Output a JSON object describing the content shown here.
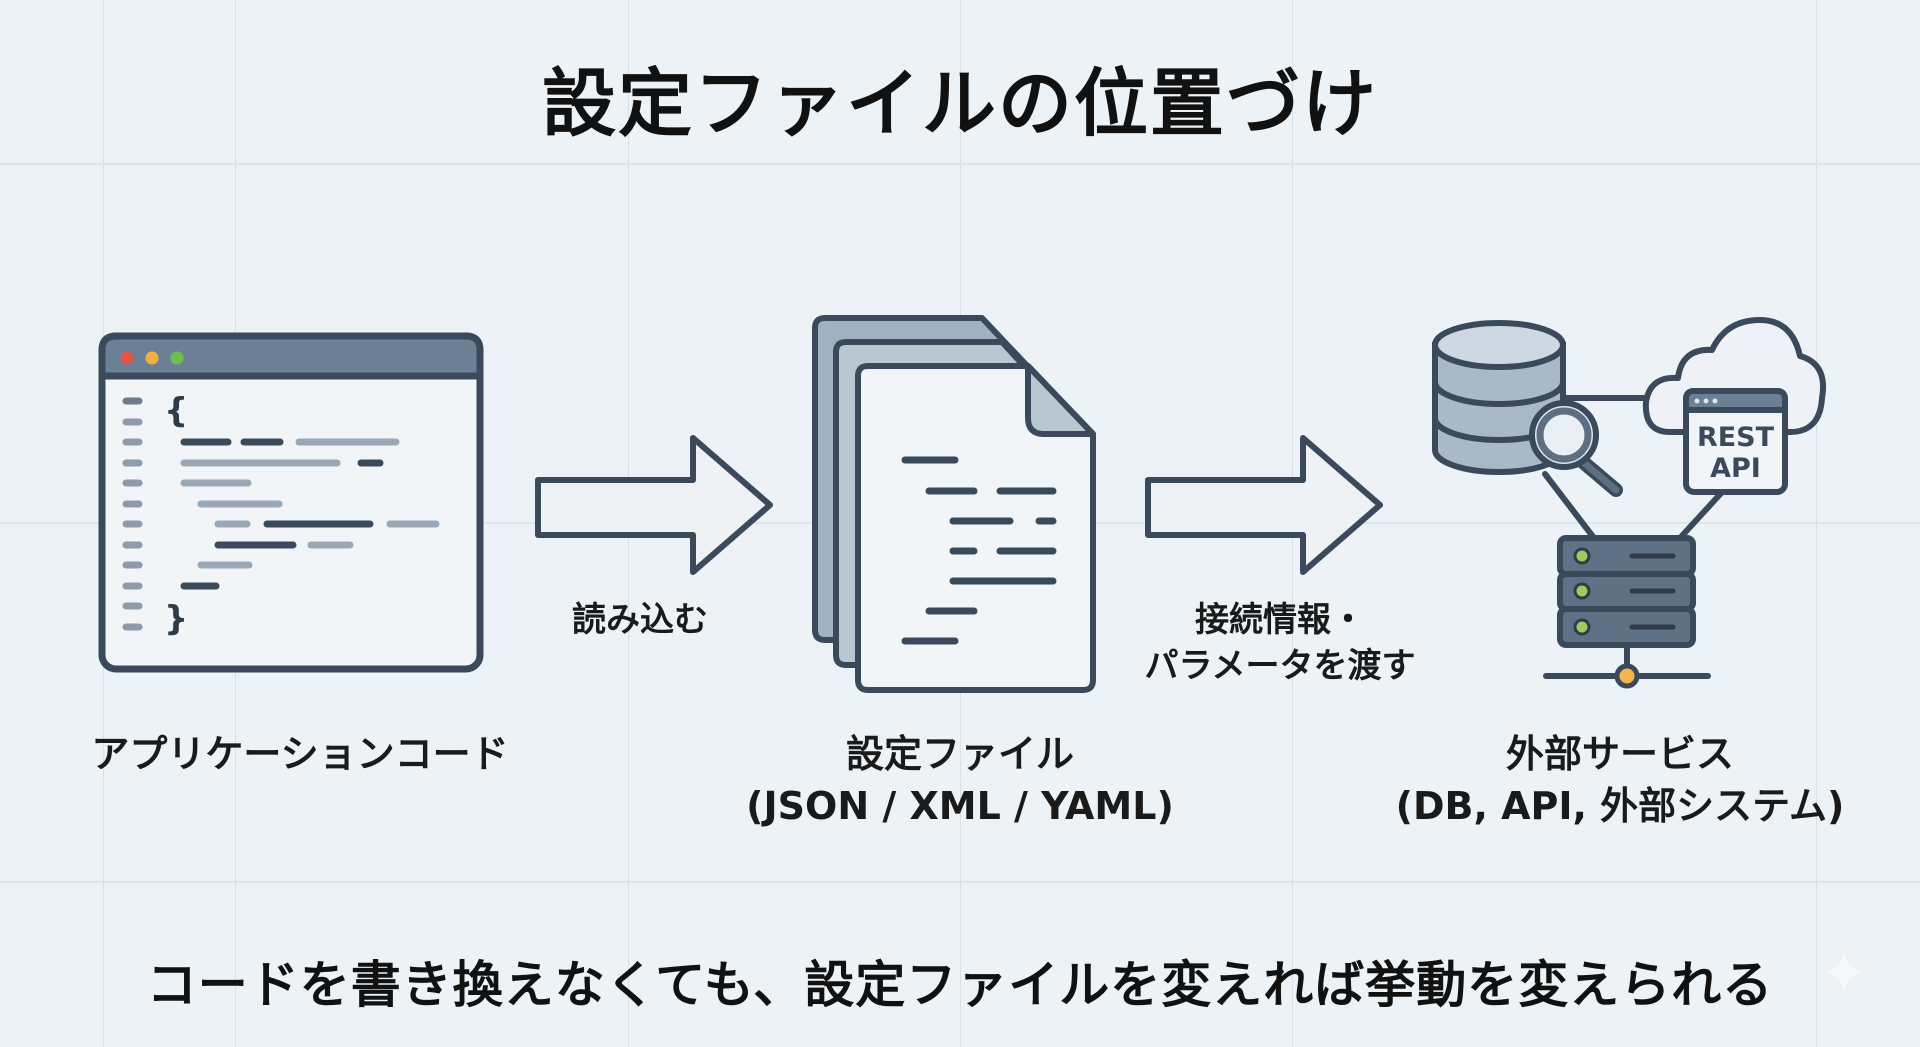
{
  "title": "設定ファイルの位置づけ",
  "nodes": {
    "app": {
      "label": "アプリケーションコード",
      "icon": "code-window-icon"
    },
    "config": {
      "label_line1": "設定ファイル",
      "label_line2": "(JSON / XML / YAML)",
      "icon": "document-stack-icon"
    },
    "external": {
      "label_line1": "外部サービス",
      "label_line2": "(DB, API, 外部システム)",
      "icon": "services-network-icon"
    }
  },
  "arrows": {
    "read": {
      "label": "読み込む"
    },
    "pass": {
      "label_line1": "接続情報・",
      "label_line2": "パラメータを渡す"
    }
  },
  "api_box": {
    "line1": "REST",
    "line2": "API"
  },
  "footer": "コードを書き換えなくても、設定ファイルを変えれば挙動を変えられる",
  "colors": {
    "background": "#ecf2f5",
    "stroke": "#3b4a5a",
    "window_bar": "#6c8095",
    "paper_back": "#9fb1c2",
    "server": "#5f7285",
    "dot_red": "#e5534b",
    "dot_yellow": "#f0b23c",
    "dot_green": "#6cc04a",
    "node_orange": "#f4b550",
    "led_green": "#9ccc5a"
  }
}
